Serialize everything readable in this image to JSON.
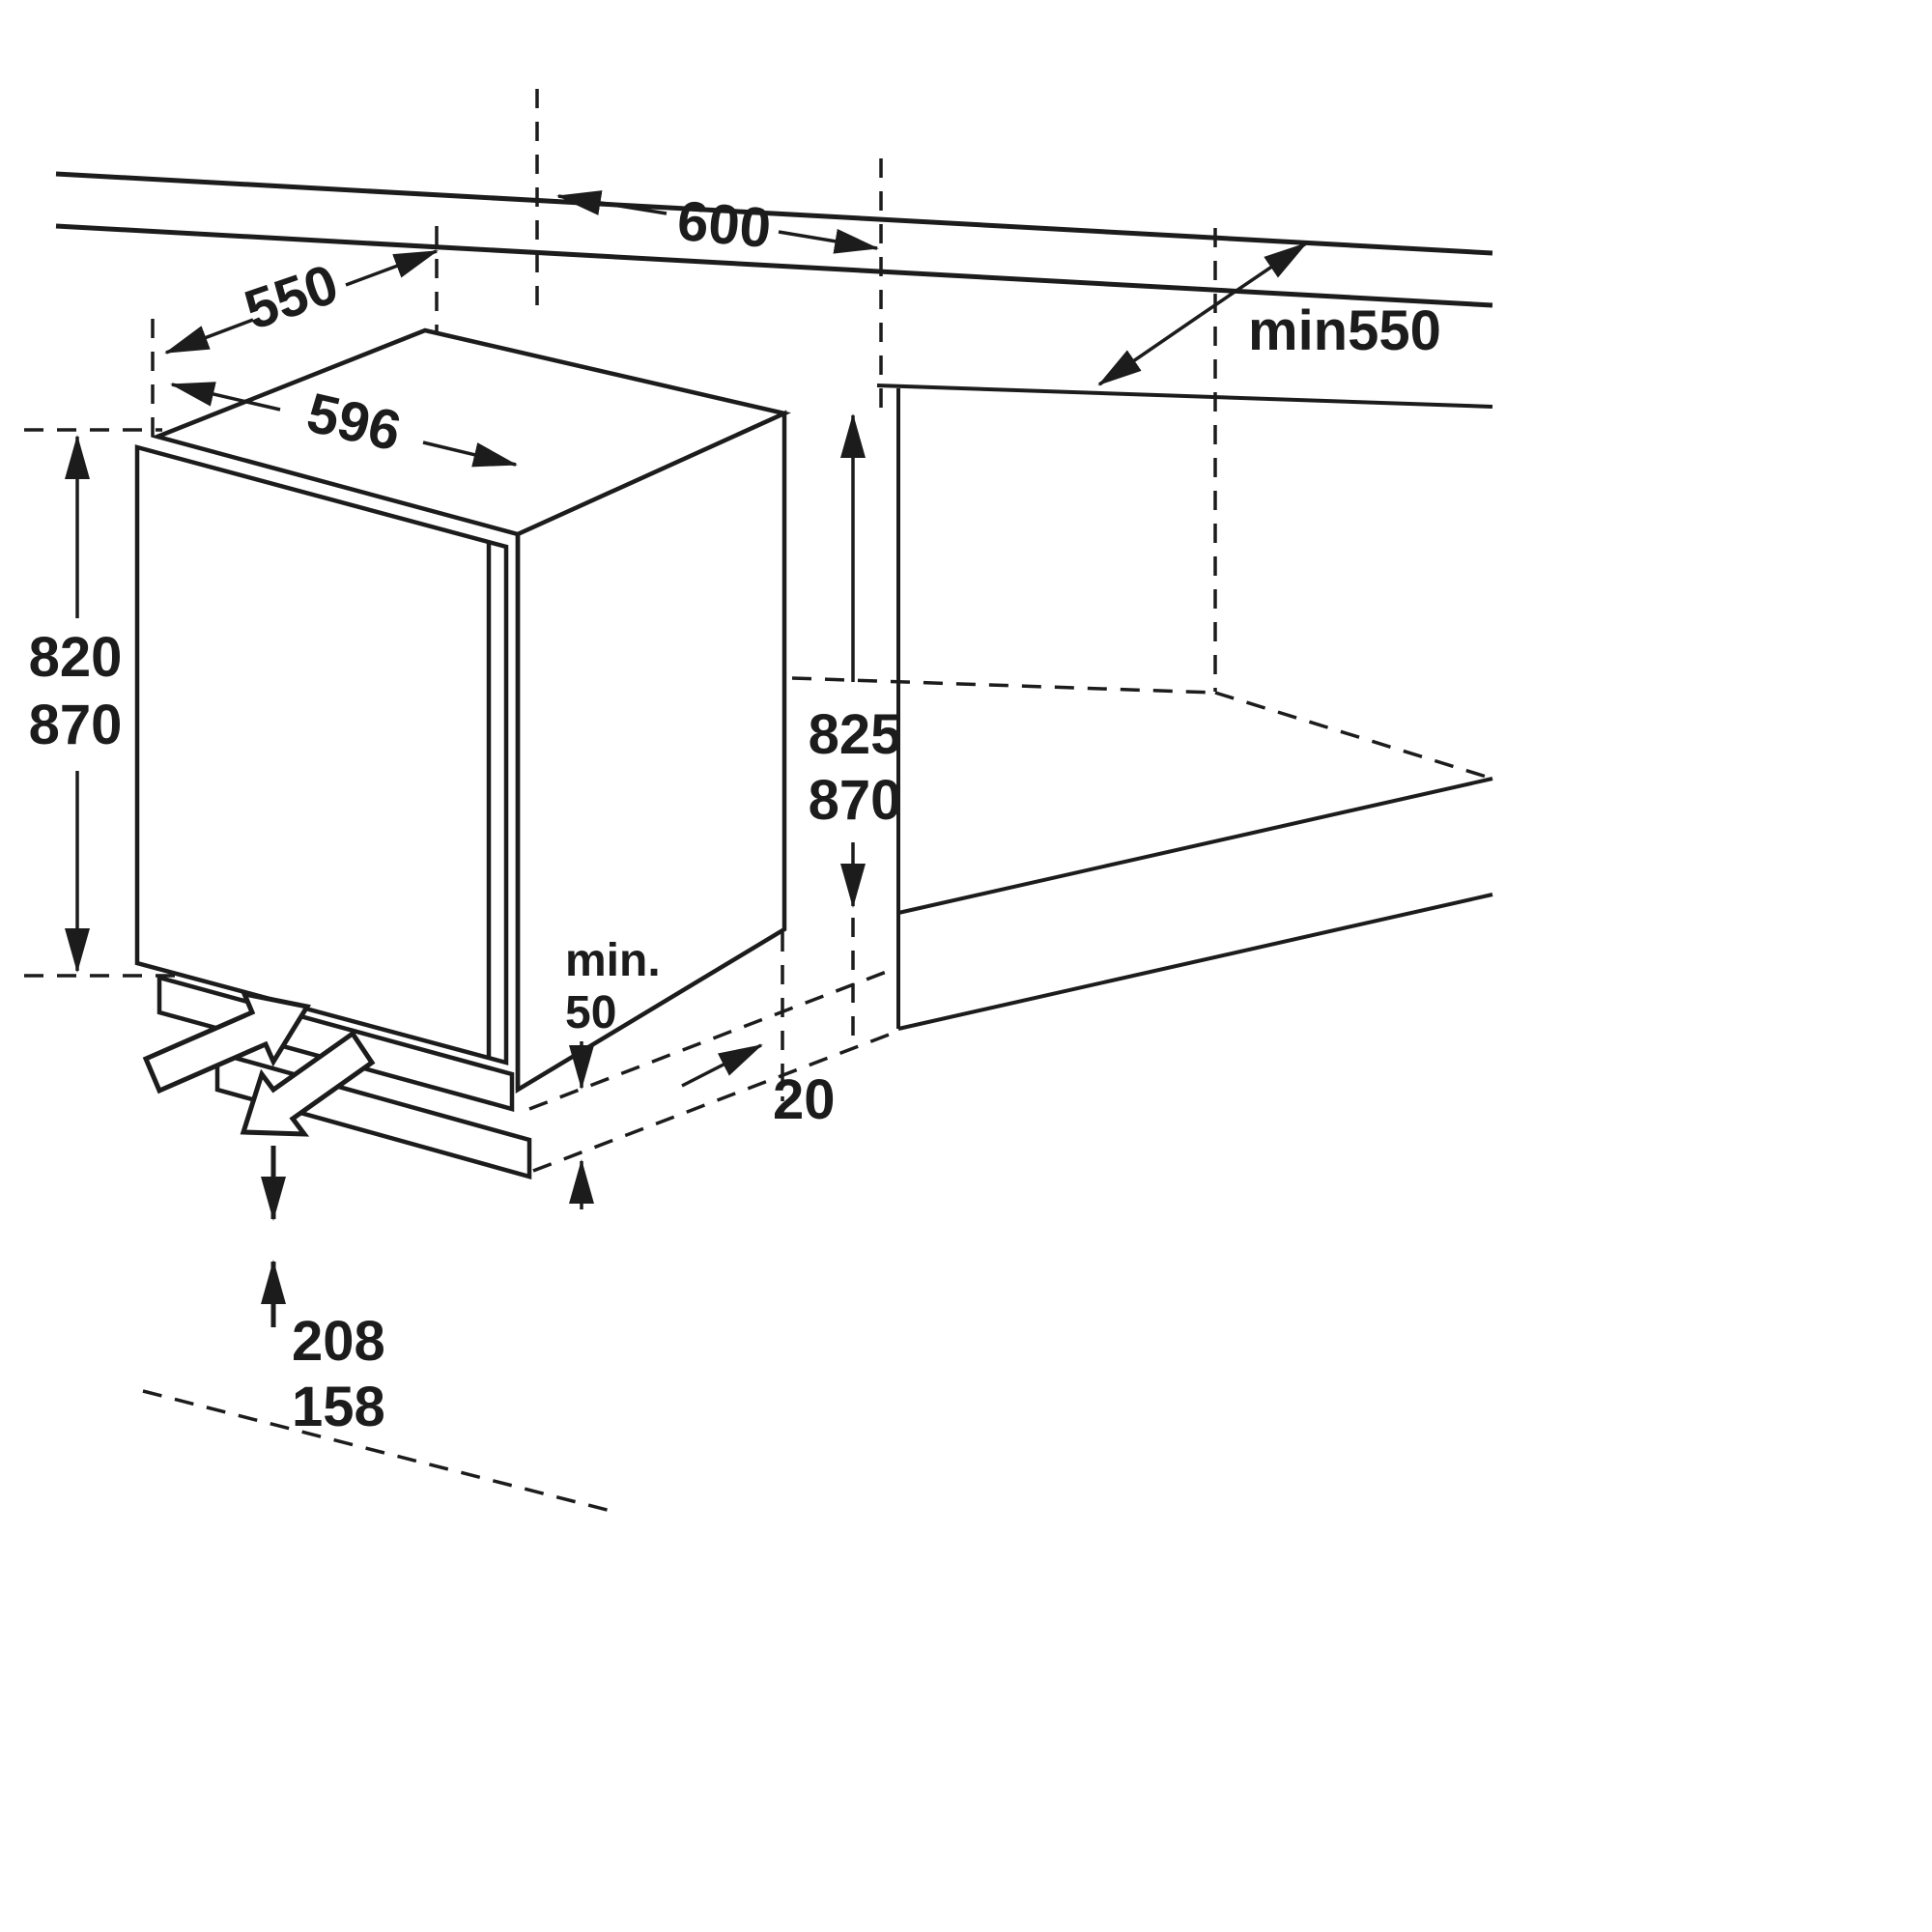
{
  "diagram": {
    "title": "built-under appliance installation dimensions",
    "colors": {
      "line": "#1c1c1c",
      "background": "#ffffff"
    },
    "dimensions": {
      "appliance_depth": "550",
      "niche_width": "600",
      "worktop_depth": "min550",
      "appliance_width": "596",
      "appliance_height": {
        "min": "820",
        "max": "870"
      },
      "niche_height": {
        "min": "825",
        "max": "870"
      },
      "vent_clearance": {
        "line1": "min.",
        "line2": "50"
      },
      "rear_gap": "20",
      "plinth_height": {
        "high": "208",
        "low": "158"
      }
    }
  }
}
